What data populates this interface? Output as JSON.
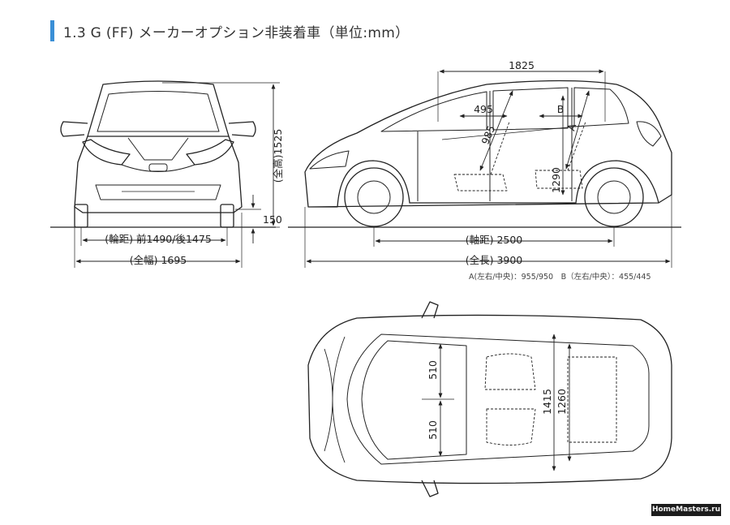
{
  "title": "1.3 G (FF) メーカーオプション非装着車（単位:mm）",
  "accent_color": "#3a8fd6",
  "front_view": {
    "overall_height": "(全高)1525",
    "ground_clearance": "150",
    "tread": "(輪距) 前1490/後1475",
    "overall_width": "(全幅) 1695"
  },
  "side_view": {
    "dim_1825": "1825",
    "dim_495": "495",
    "dim_985": "985",
    "label_b": "B",
    "label_a": "A",
    "dim_1290": "1290",
    "wheelbase": "(軸距) 2500",
    "overall_length": "(全長) 3900"
  },
  "note": "A(左右/中央)：955/950　B（左右/中央）：455/445",
  "top_view": {
    "seat_width_upper": "510",
    "seat_width_lower": "510",
    "dim_1415": "1415",
    "dim_1260": "1260"
  },
  "watermark": "HomeMasters.ru"
}
